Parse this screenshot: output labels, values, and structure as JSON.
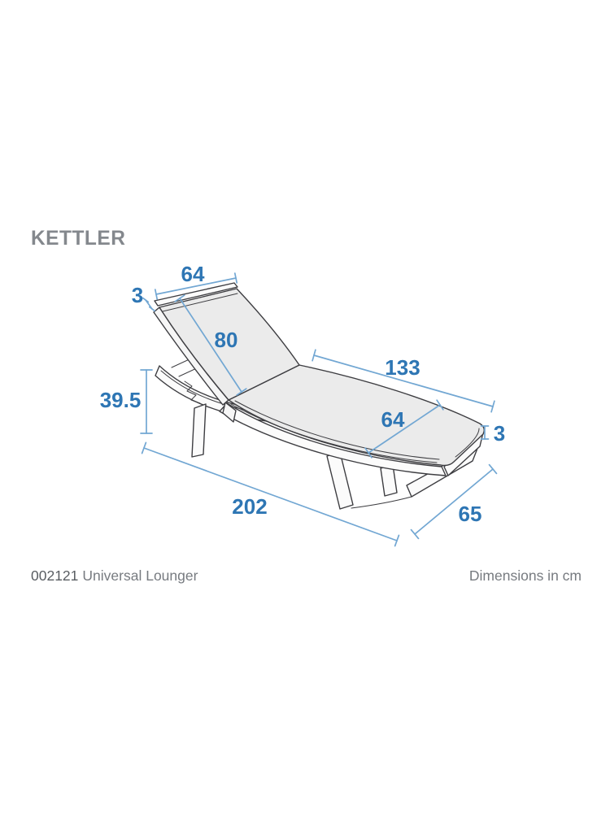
{
  "brand": {
    "logo": "KETTLER",
    "color": "#84888d"
  },
  "product": {
    "code": "002121",
    "name": "Universal Lounger"
  },
  "note": "Dimensions in cm",
  "units": "cm",
  "colors": {
    "dimension_text": "#2e76b4",
    "dimension_line": "#72a7d3",
    "drawing_outline": "#3d3d41",
    "cushion_fill": "#ebebeb",
    "caption_gray": "#777b80",
    "logo_gray": "#84888d",
    "background": "#ffffff"
  },
  "dimensions": {
    "backrest_width": "64",
    "backrest_cushion_thickness": "3",
    "backrest_length": "80",
    "seat_length": "133",
    "seat_width": "64",
    "seat_cushion_thickness": "3",
    "seat_height": "39.5",
    "total_length": "202",
    "total_depth": "65"
  }
}
